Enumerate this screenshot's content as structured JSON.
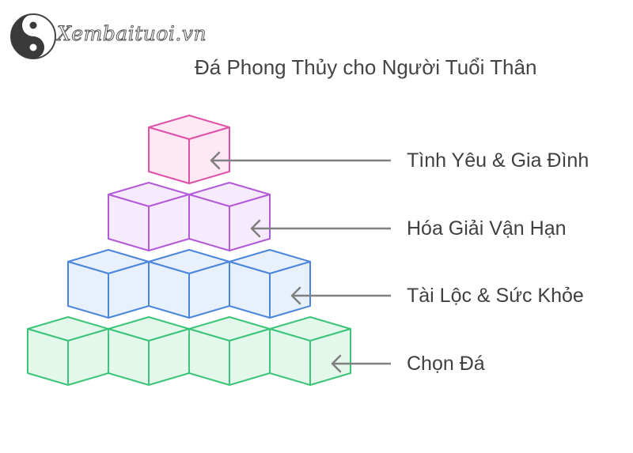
{
  "logo": {
    "text": "Xembaituoi.vn"
  },
  "title": "Đá Phong Thủy cho Người Tuổi Thân",
  "levels": [
    {
      "label": "Tình Yêu & Gia Đình",
      "stroke": "#e052a8",
      "fill": "#fde8f3"
    },
    {
      "label": "Hóa Giải Vận Hạn",
      "stroke": "#b25ad8",
      "fill": "#f6ebfc"
    },
    {
      "label": "Tài Lộc & Sức Khỏe",
      "stroke": "#4a86dc",
      "fill": "#e8f0fb"
    },
    {
      "label": "Chọn Đá",
      "stroke": "#3cc478",
      "fill": "#e3f7ea"
    }
  ],
  "arrow_color": "#808080"
}
